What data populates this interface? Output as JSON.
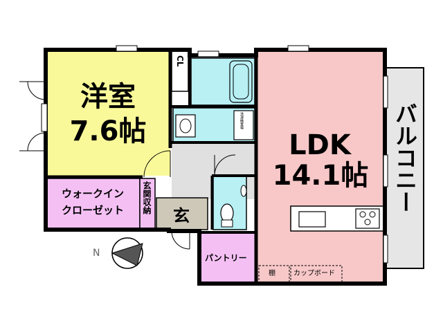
{
  "rooms": {
    "western": {
      "name": "洋室",
      "area": "7.6帖",
      "color": "#f9f99a"
    },
    "ldk": {
      "name": "LDK",
      "area": "14.1帖",
      "color": "#f8c8c8"
    },
    "wic": {
      "line1": "ウォークイン",
      "line2": "クローゼット",
      "color": "#f4c0f4"
    },
    "entrance_storage": {
      "label": "玄関収納"
    },
    "entrance": {
      "label": "玄",
      "color": "#cdc8b8"
    },
    "pantry": {
      "label": "パントリー",
      "color": "#f4c0f4"
    },
    "closet": {
      "label": "CL"
    },
    "balcony": {
      "label": "バルコニー",
      "color": "#e6e6e6"
    },
    "bath_color": "#b8f0f4"
  },
  "fixtures": {
    "shelf": "棚",
    "cupboard": "カップボード",
    "washer": "洗濯機置場"
  },
  "compass": {
    "label": "N"
  }
}
